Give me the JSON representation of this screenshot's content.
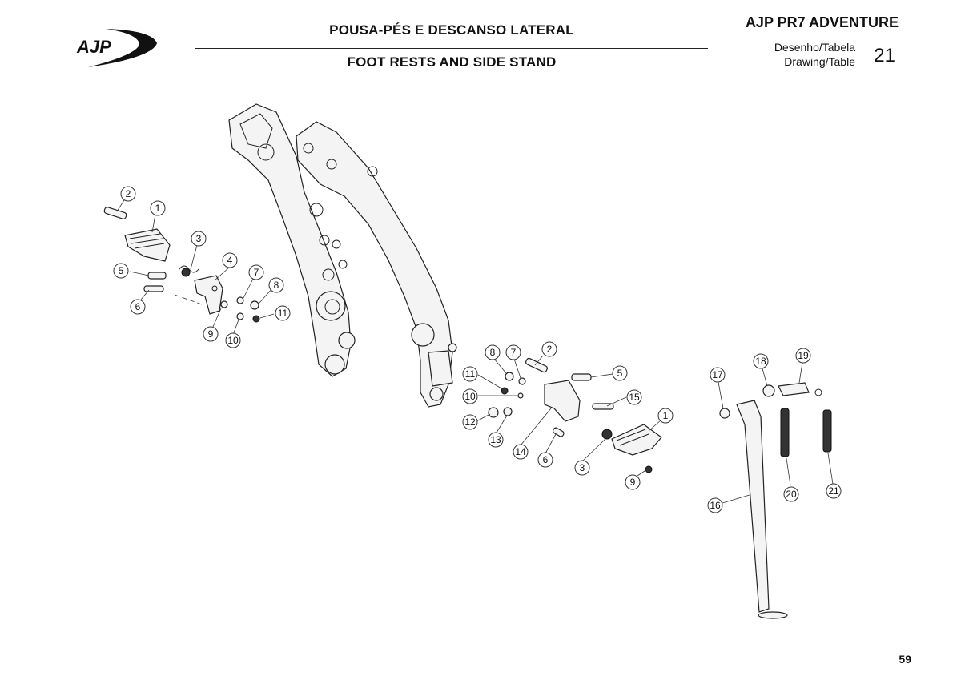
{
  "header": {
    "logo_text": "AJP",
    "title_pt": "POUSA-PÉS E DESCANSO LATERAL",
    "title_en": "FOOT RESTS AND SIDE STAND",
    "model": "AJP PR7 ADVENTURE",
    "drawing_label_pt": "Desenho/Tabela",
    "drawing_label_en": "Drawing/Table",
    "drawing_number": "21"
  },
  "page_number": "59",
  "callouts": {
    "left_assembly": [
      "2",
      "1",
      "3",
      "4",
      "5",
      "7",
      "8",
      "6",
      "11",
      "9",
      "10"
    ],
    "right_assembly": [
      "8",
      "7",
      "2",
      "5",
      "11",
      "10",
      "15",
      "12",
      "13",
      "14",
      "6",
      "1",
      "3",
      "9"
    ],
    "side_stand": [
      "17",
      "18",
      "19",
      "16",
      "20",
      "21"
    ]
  }
}
